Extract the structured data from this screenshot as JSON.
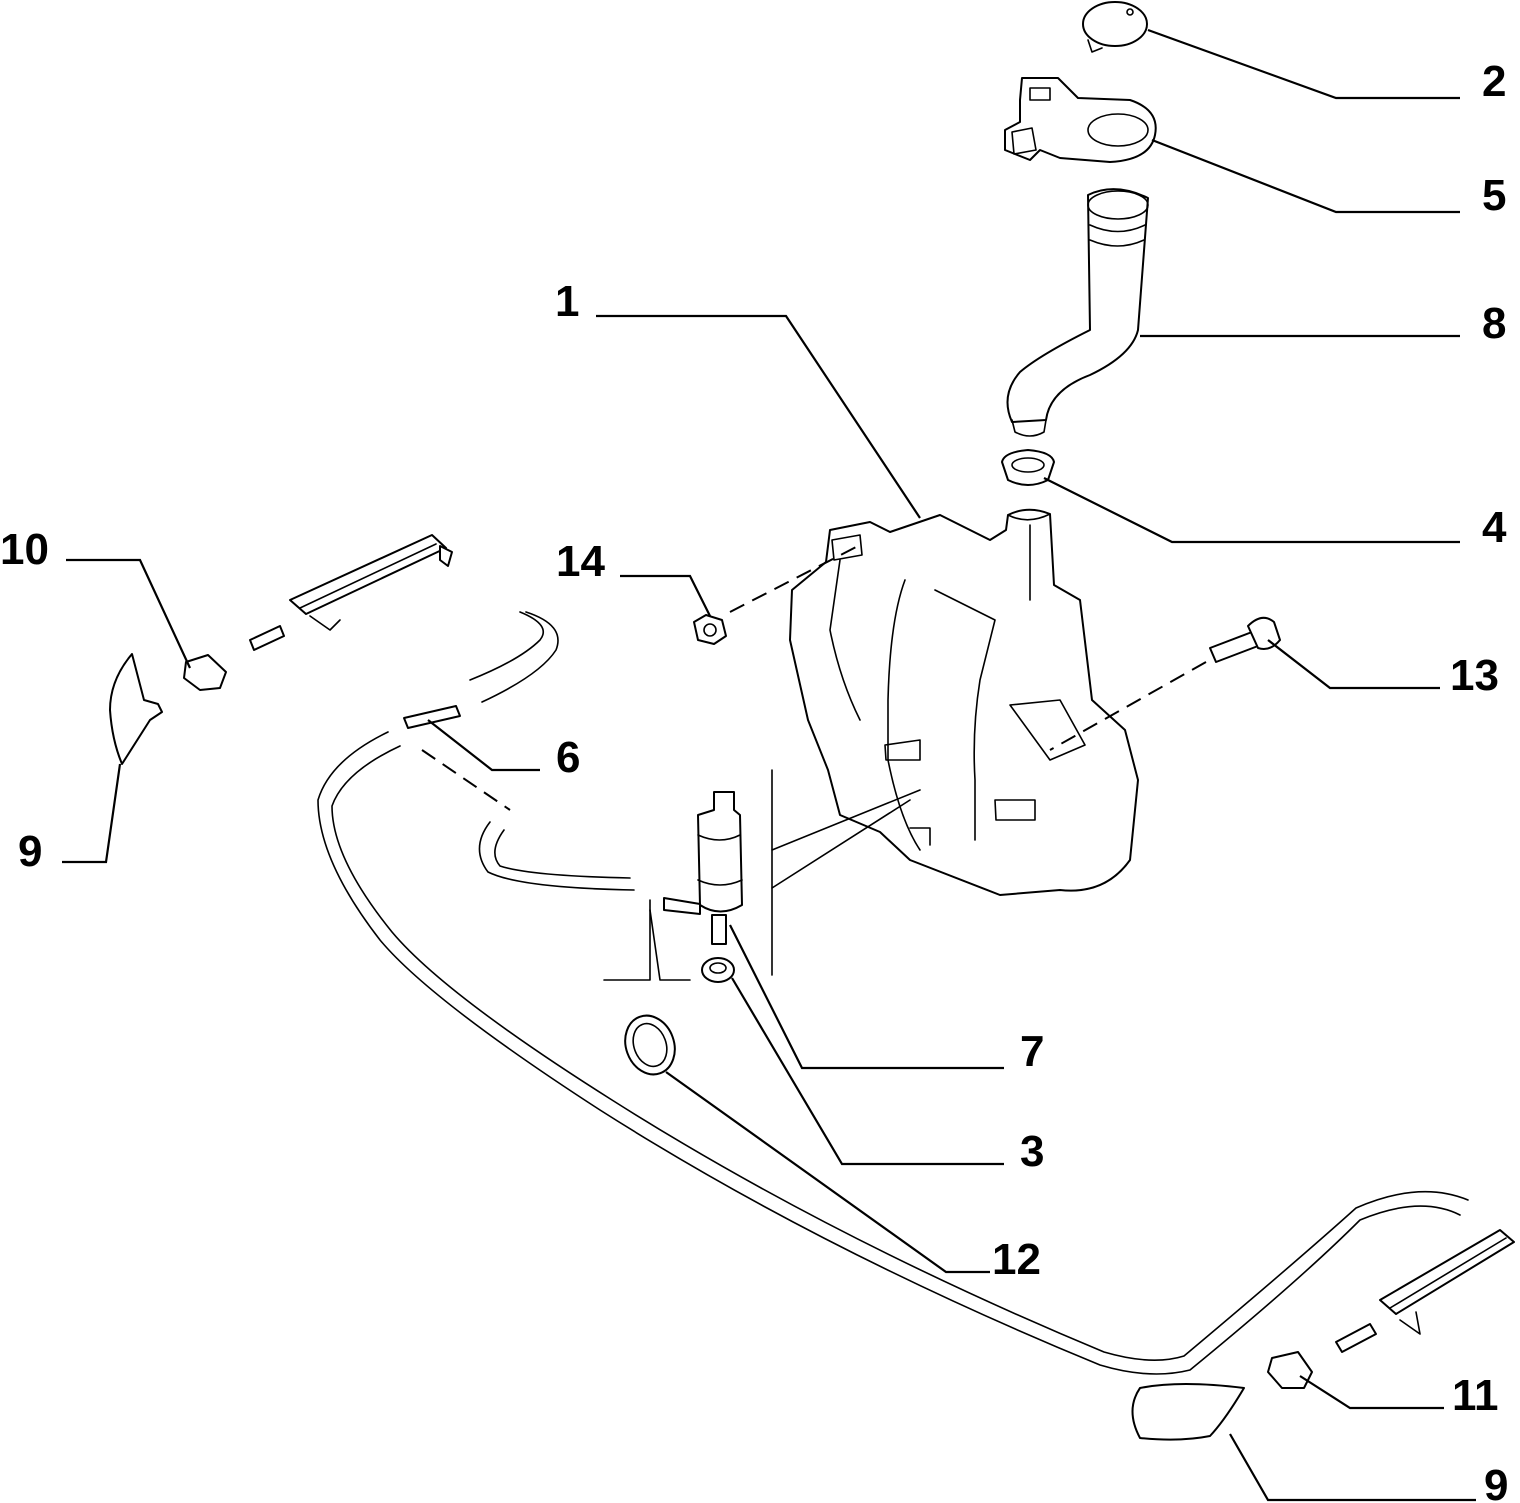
{
  "callouts": {
    "c1": "1",
    "c2": "2",
    "c3": "3",
    "c4": "4",
    "c5": "5",
    "c6": "6",
    "c7": "7",
    "c8": "8",
    "c9a": "9",
    "c9b": "9",
    "c10": "10",
    "c11": "11",
    "c12": "12",
    "c13": "13",
    "c14": "14"
  },
  "colors": {
    "line": "#000000",
    "background": "#ffffff"
  }
}
